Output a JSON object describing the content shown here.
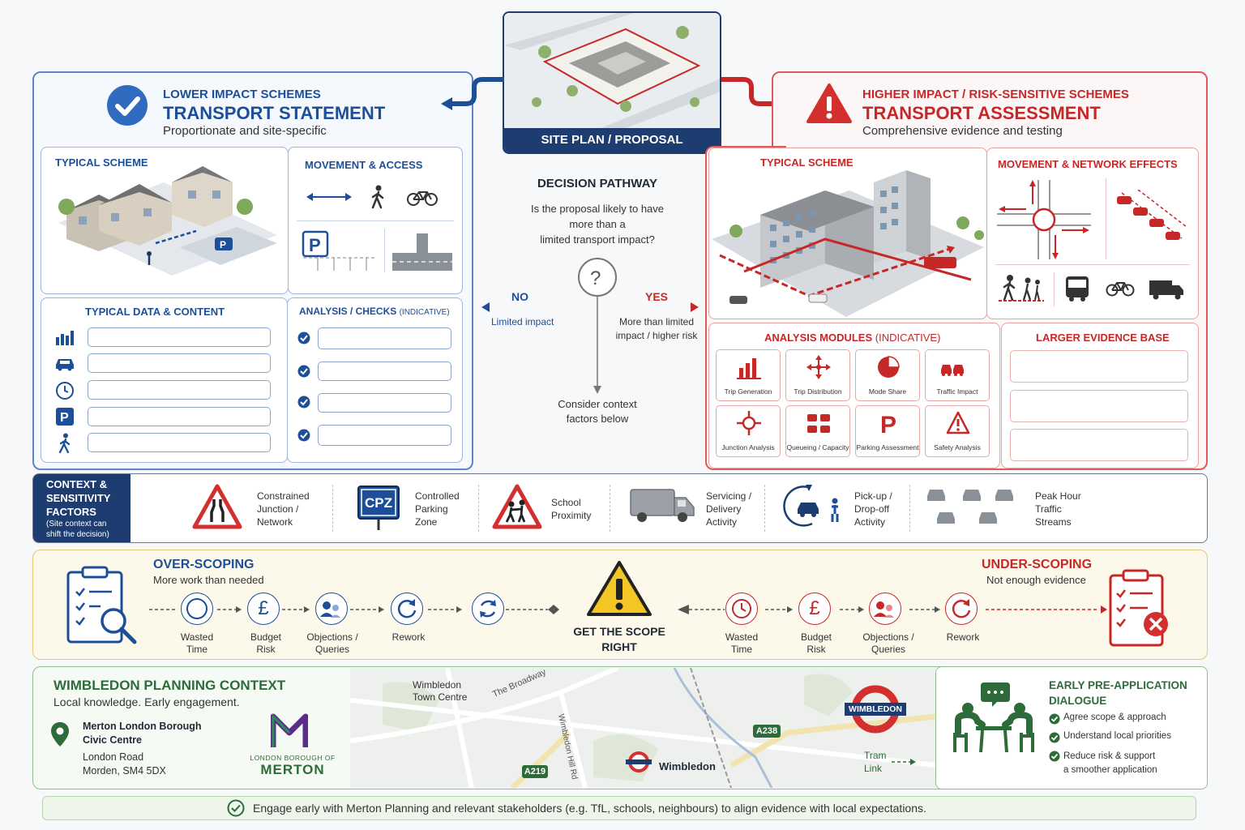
{
  "site_plan": {
    "label": "SITE PLAN / PROPOSAL"
  },
  "left": {
    "kicker": "LOWER IMPACT SCHEMES",
    "title": "TRANSPORT STATEMENT",
    "subtitle": "Proportionate and site-specific",
    "typical_scheme": "TYPICAL SCHEME",
    "movement": "MOVEMENT & ACCESS",
    "data_content": "TYPICAL DATA & CONTENT",
    "analysis": "ANALYSIS / CHECKS",
    "analysis_note": "(INDICATIVE)"
  },
  "right": {
    "kicker": "HIGHER IMPACT / RISK-SENSITIVE SCHEMES",
    "title": "TRANSPORT ASSESSMENT",
    "subtitle": "Comprehensive evidence and testing",
    "typical_scheme": "TYPICAL SCHEME",
    "movement": "MOVEMENT & NETWORK EFFECTS",
    "modules_title": "ANALYSIS MODULES",
    "modules_note": "(INDICATIVE)",
    "evidence": "LARGER EVIDENCE BASE",
    "modules": [
      "Trip Generation",
      "Trip Distribution",
      "Mode Share",
      "Traffic Impact",
      "Junction Analysis",
      "Queueing / Capacity",
      "Parking Assessment",
      "Safety Analysis"
    ]
  },
  "decision": {
    "title": "DECISION PATHWAY",
    "question": [
      "Is the proposal likely to have",
      "more than a",
      "limited transport impact?"
    ],
    "no": "NO",
    "no_note": "Limited impact",
    "yes": "YES",
    "yes_note": [
      "More than limited",
      "impact / higher risk"
    ],
    "consider": [
      "Consider context",
      "factors below"
    ]
  },
  "context": {
    "title": [
      "CONTEXT &",
      "SENSITIVITY",
      "FACTORS"
    ],
    "note": [
      "(Site context can",
      "shift the decision)"
    ],
    "cpz": "CPZ",
    "factors": [
      [
        "Constrained",
        "Junction /",
        "Network"
      ],
      [
        "Controlled",
        "Parking",
        "Zone"
      ],
      [
        "School",
        "Proximity"
      ],
      [
        "Servicing /",
        "Delivery",
        "Activity"
      ],
      [
        "Pick-up /",
        "Drop-off",
        "Activity"
      ],
      [
        "Peak Hour",
        "Traffic",
        "Streams"
      ]
    ]
  },
  "scope": {
    "over_title": "OVER-SCOPING",
    "over_sub": "More work than needed",
    "under_title": "UNDER-SCOPING",
    "under_sub": "Not enough evidence",
    "center": [
      "GET THE SCOPE",
      "RIGHT"
    ],
    "over_steps": [
      [
        "Wasted",
        "Time"
      ],
      [
        "Budget",
        "Risk"
      ],
      [
        "Objections /",
        "Queries"
      ],
      [
        "Rework"
      ]
    ],
    "under_steps": [
      [
        "Wasted",
        "Time"
      ],
      [
        "Budget",
        "Risk"
      ],
      [
        "Objections /",
        "Queries"
      ],
      [
        "Rework"
      ]
    ],
    "pound": "£"
  },
  "wimbledon": {
    "title": "WIMBLEDON PLANNING CONTEXT",
    "sub": "Local knowledge. Early engagement.",
    "office": [
      "Merton London Borough",
      "Civic Centre"
    ],
    "address": [
      "London Road",
      "Morden, SM4 5DX"
    ],
    "logo_small": "LONDON BOROUGH OF",
    "logo_big": "MERTON",
    "map": {
      "town_centre": [
        "Wimbledon",
        "Town Centre"
      ],
      "broadway": "The Broadway",
      "hill_rd": "Wimbledon Hill Rd",
      "a238": "A238",
      "a219": "A219",
      "station": "Wimbledon",
      "roundel": "WIMBLEDON",
      "tram": [
        "Tram",
        "Link"
      ]
    },
    "dialogue_title": [
      "EARLY PRE-APPLICATION",
      "DIALOGUE"
    ],
    "dialogue_items": [
      [
        "Agree scope & approach"
      ],
      [
        "Understand local priorities"
      ],
      [
        "Reduce risk & support",
        "a smoother application"
      ]
    ]
  },
  "footer": "Engage early with Merton Planning and relevant stakeholders (e.g. TfL, schools, neighbours) to align evidence with local expectations.",
  "colors": {
    "blue": "#1d4f99",
    "red": "#c62828",
    "green": "#2e7d32",
    "amber": "#f3c623"
  }
}
